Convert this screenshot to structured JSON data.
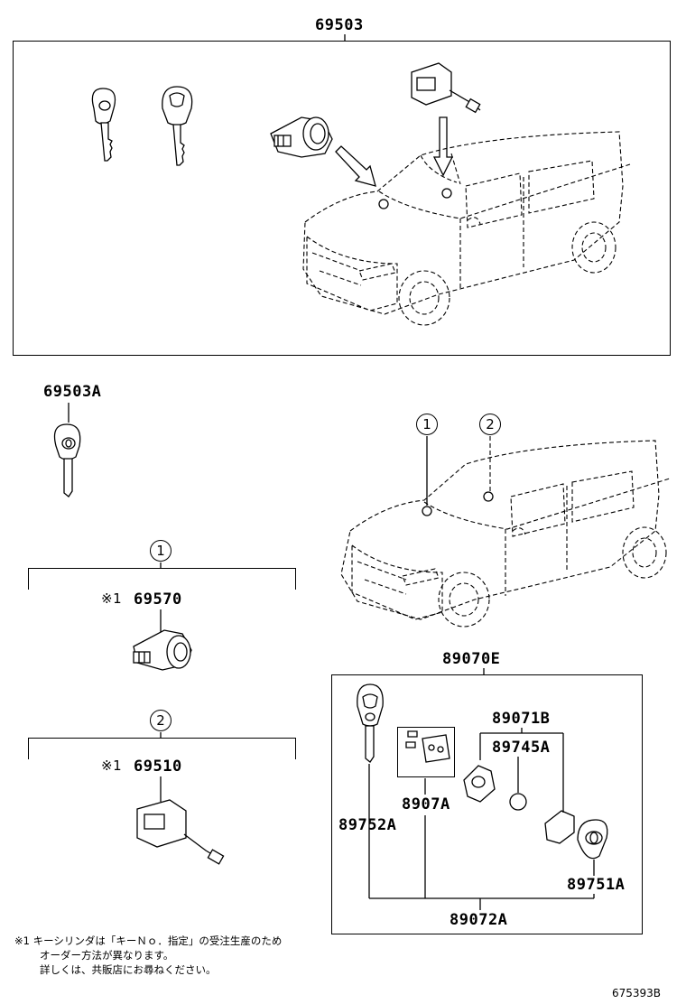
{
  "parts": {
    "p69503": "69503",
    "p69503A": "69503A",
    "p69570": "69570",
    "p69510": "69510",
    "p89070E": "89070E",
    "p89071B": "89071B",
    "p89745A": "89745A",
    "p8907A": "8907A",
    "p89752A": "89752A",
    "p89751A": "89751A",
    "p89072A": "89072A"
  },
  "markers": {
    "one": "1",
    "two": "2",
    "note_mark": "※1"
  },
  "footnote": {
    "line1": "※1 キーシリンダは「キーＮｏ．指定」の受注生産のため",
    "line2": "オーダー方法が異なります。",
    "line3": "詳しくは、共販店にお尋ねください。"
  },
  "diagram_id": "675393B"
}
